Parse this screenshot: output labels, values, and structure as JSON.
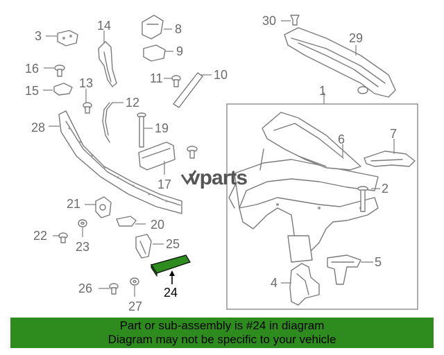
{
  "callouts": [
    {
      "id": "c1",
      "label": "1"
    },
    {
      "id": "c2",
      "label": "2"
    },
    {
      "id": "c3",
      "label": "3"
    },
    {
      "id": "c4",
      "label": "4"
    },
    {
      "id": "c5",
      "label": "5"
    },
    {
      "id": "c6",
      "label": "6"
    },
    {
      "id": "c7",
      "label": "7"
    },
    {
      "id": "c8",
      "label": "8"
    },
    {
      "id": "c9",
      "label": "9"
    },
    {
      "id": "c10",
      "label": "10"
    },
    {
      "id": "c11",
      "label": "11"
    },
    {
      "id": "c12",
      "label": "12"
    },
    {
      "id": "c13",
      "label": "13"
    },
    {
      "id": "c14",
      "label": "14"
    },
    {
      "id": "c15",
      "label": "15"
    },
    {
      "id": "c16",
      "label": "16"
    },
    {
      "id": "c17",
      "label": "17"
    },
    {
      "id": "c19",
      "label": "19"
    },
    {
      "id": "c20",
      "label": "20"
    },
    {
      "id": "c21",
      "label": "21"
    },
    {
      "id": "c22",
      "label": "22"
    },
    {
      "id": "c23",
      "label": "23"
    },
    {
      "id": "c24",
      "label": "24"
    },
    {
      "id": "c25",
      "label": "25"
    },
    {
      "id": "c26",
      "label": "26"
    },
    {
      "id": "c27",
      "label": "27"
    },
    {
      "id": "c28",
      "label": "28"
    },
    {
      "id": "c29",
      "label": "29"
    },
    {
      "id": "c30",
      "label": "30"
    }
  ],
  "highlight": {
    "part_number": "24",
    "color": "#2e8b1e"
  },
  "watermark": {
    "brand": "vparts"
  },
  "banner": {
    "line1": "Part or sub-assembly is #24 in diagram",
    "line2": "Diagram may not be specific to your vehicle",
    "color": "#2e8b1e"
  }
}
